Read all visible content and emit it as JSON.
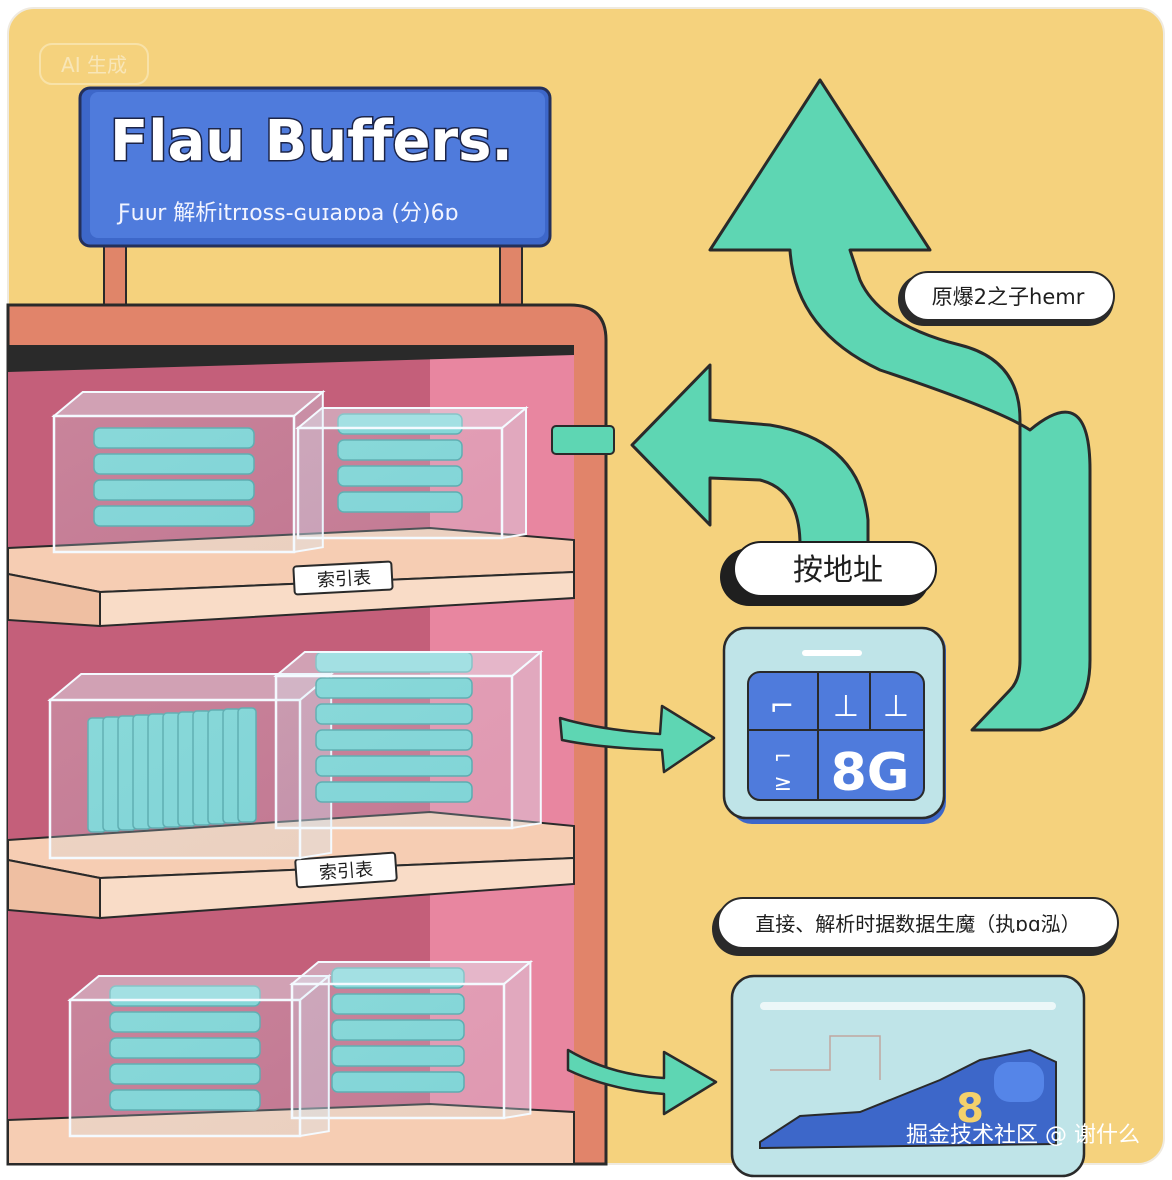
{
  "ai_badge": "AI 生成",
  "sign": {
    "title": "Flau Buffers.",
    "subtitle": "Ƒuᴜr 解析itrɪoss-ɢuɪaɒɒa (分)6ɒ"
  },
  "shelf_labels": [
    "索引表",
    "索引表"
  ],
  "callouts": {
    "top_right": "原爆2之子hemr",
    "by_address": "按地址",
    "parse_direct": "直接、解析时据数据生魔（执ɒɑ泓）"
  },
  "device": {
    "value": "8G",
    "glyphs": [
      "⌐",
      "⊥",
      "⊥",
      "⌐",
      "≥"
    ]
  },
  "bottom_panel": {
    "value": "8"
  },
  "watermark": "掘金技术社区 @ 谢什么",
  "colors": {
    "background": "#F5D27D",
    "sign_blue": "#4F7BDC",
    "shelf_frame": "#E1846A",
    "shelf_inner": "#C45F7A",
    "shelf_board": "#F6CDB3",
    "green_arrow": "#5ED6B3",
    "stack_cyan": "#6FD2CF"
  }
}
